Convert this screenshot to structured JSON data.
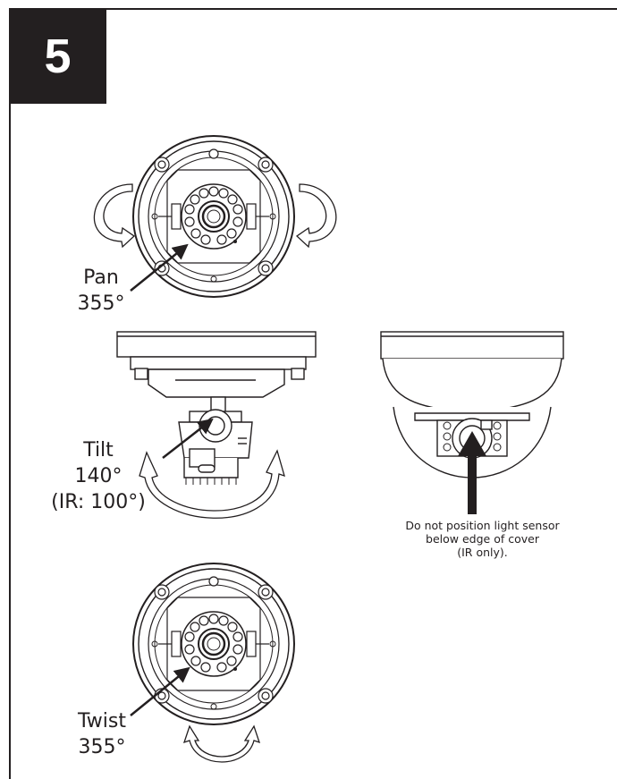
{
  "step_number": "5",
  "labels": {
    "pan": {
      "name": "Pan",
      "angle": "355°"
    },
    "tilt": {
      "name": "Tilt",
      "angle": "140°",
      "ir_angle": "(IR: 100°)"
    },
    "twist": {
      "name": "Twist",
      "angle": "355°"
    }
  },
  "note": {
    "line1": "Do not position light sensor",
    "line2": "below edge of cover",
    "line3": "(IR only)."
  },
  "colors": {
    "ink": "#231f20",
    "background": "#ffffff"
  }
}
